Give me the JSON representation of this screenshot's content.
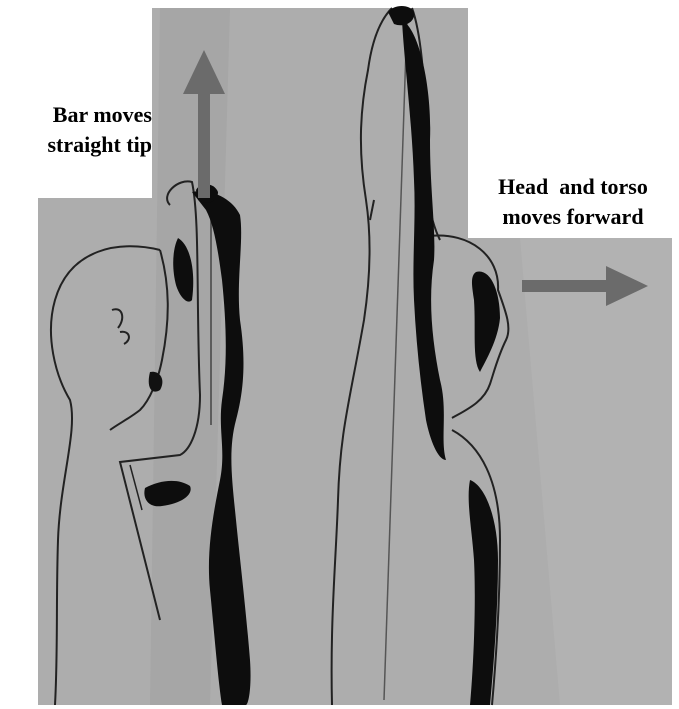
{
  "annotations": {
    "bar_moves_line1": "Bar moves",
    "bar_moves_line2": "straight tip",
    "head_torso_line1": "Head  and torso",
    "head_torso_line2": "moves forward"
  },
  "colors": {
    "photo_background": "#adadad",
    "arrow": "#6b6b6b",
    "body_fill": "#0d0d0d",
    "outline": "#222222"
  }
}
